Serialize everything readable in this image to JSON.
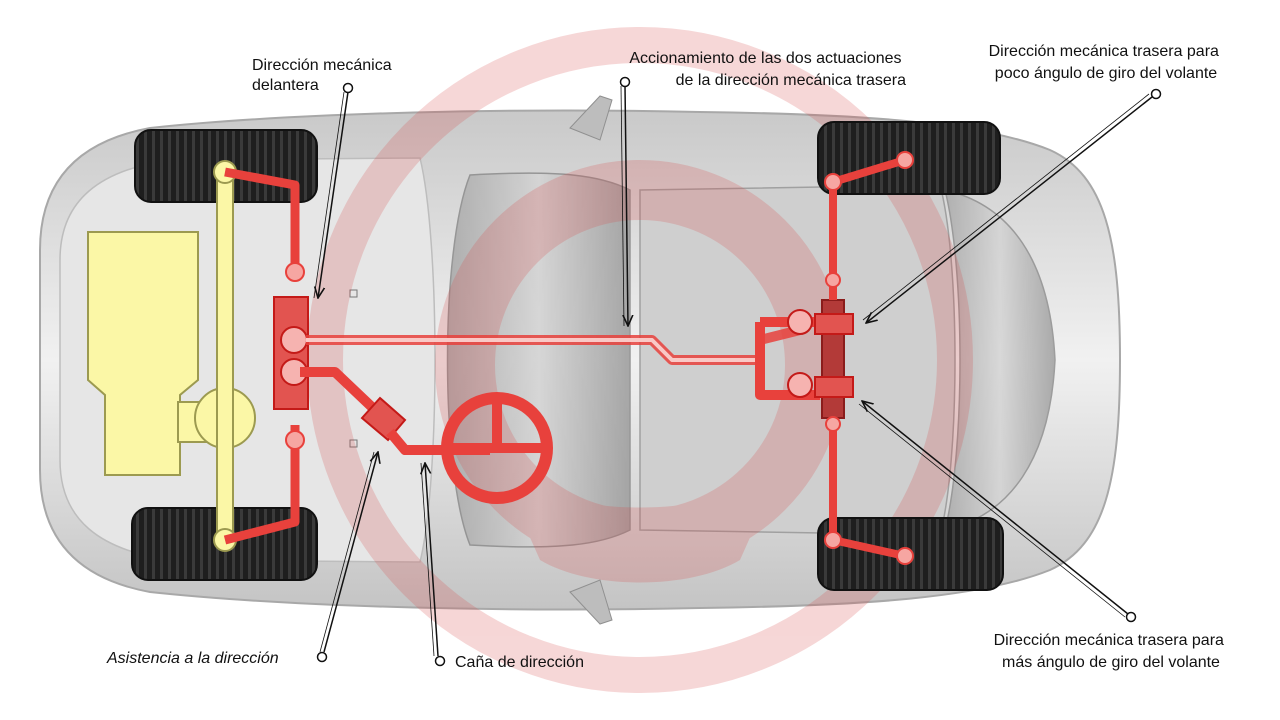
{
  "labels": {
    "front_steering": [
      "Dirección mecánica",
      "delantera"
    ],
    "actuation": [
      "Accionamiento de las dos actuaciones",
      "de la dirección mecánica trasera"
    ],
    "rear_small_angle": [
      "Dirección mecánica trasera para",
      "poco ángulo de giro del volante"
    ],
    "rear_large_angle": [
      "Dirección mecánica trasera para",
      "más ángulo de giro del volante"
    ],
    "assist": "Asistencia a la dirección",
    "column": "Caña de dirección"
  },
  "icons": {
    "watermark": "steering-wheel-watermark-icon",
    "steering_wheel": "steering-wheel-icon"
  },
  "colors": {
    "steering_red": "#e8413c",
    "steering_red_dark": "#c41a18",
    "steering_fill": "#f6a6a2",
    "engine_yellow": "#fbf7a6",
    "engine_outline": "#9c9a50",
    "car_body": "#d6d6d6",
    "tyre": "#1e1e1e",
    "watermark": "#d84a4a"
  }
}
